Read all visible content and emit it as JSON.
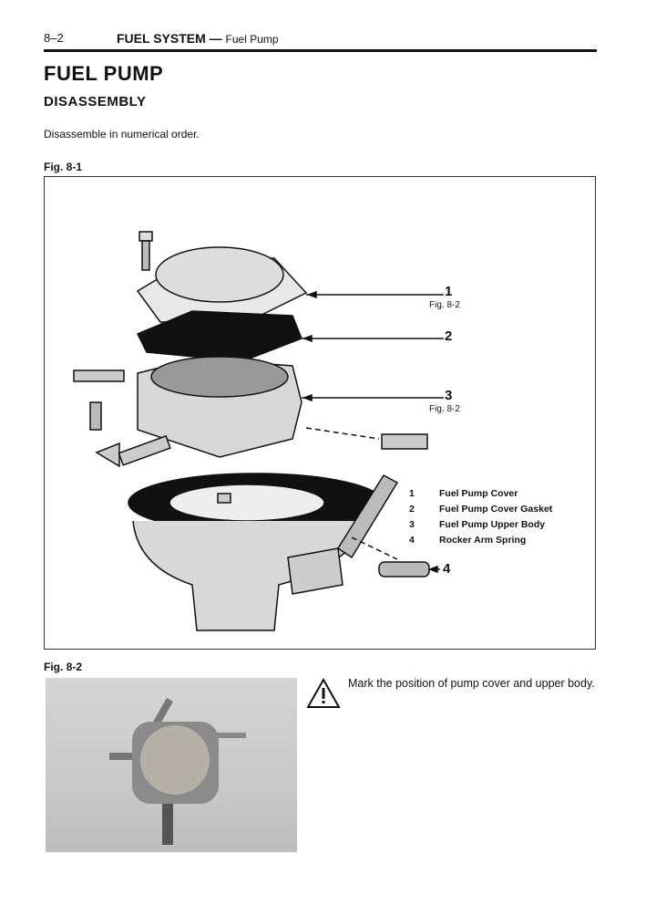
{
  "header": {
    "page_number": "8–2",
    "section": "FUEL SYSTEM",
    "dash": " — ",
    "subsection": "Fuel Pump"
  },
  "title": "FUEL PUMP",
  "section_heading": "DISASSEMBLY",
  "intro": "Disassemble in numerical order.",
  "figure1": {
    "label": "Fig. 8-1",
    "callouts": [
      {
        "number": "1",
        "ref": "Fig. 8-2"
      },
      {
        "number": "2",
        "ref": ""
      },
      {
        "number": "3",
        "ref": "Fig. 8-2"
      },
      {
        "number": "4",
        "ref": ""
      }
    ],
    "legend": [
      {
        "number": "1",
        "text": "Fuel Pump Cover"
      },
      {
        "number": "2",
        "text": "Fuel Pump Cover Gasket"
      },
      {
        "number": "3",
        "text": "Fuel Pump Upper Body"
      },
      {
        "number": "4",
        "text": "Rocker Arm Spring"
      }
    ]
  },
  "figure2": {
    "label": "Fig. 8-2"
  },
  "note": "Mark the position of pump cover and upper body."
}
